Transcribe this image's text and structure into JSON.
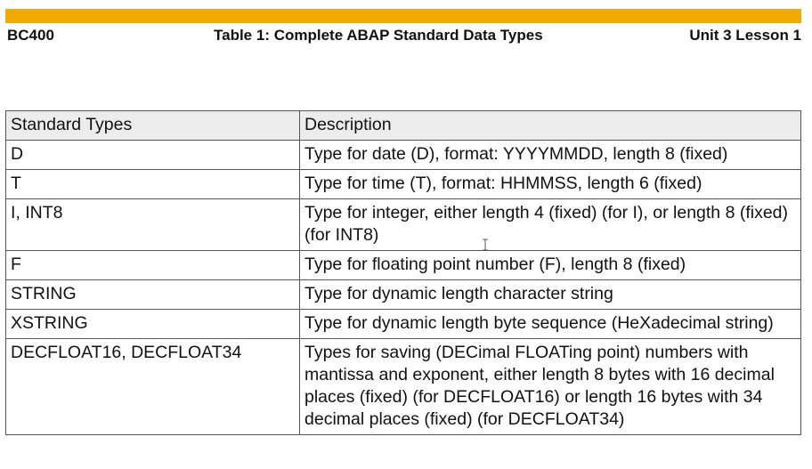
{
  "header": {
    "left": "BC400",
    "center": "Table 1: Complete ABAP Standard Data Types",
    "right": "Unit 3 Lesson 1",
    "accent_color": "#f0ab00"
  },
  "table": {
    "columns": [
      "Standard Types",
      "Description"
    ],
    "rows": [
      {
        "type": "D",
        "description": "Type for date (D), format: YYYYMMDD, length 8 (fixed)"
      },
      {
        "type": "T",
        "description": "Type for time (T), format: HHMMSS, length 6 (fixed)"
      },
      {
        "type": "I, INT8",
        "description": "Type for integer, either length 4 (fixed) (for I), or length 8 (fixed) (for INT8)"
      },
      {
        "type": "F",
        "description": "Type for floating point number (F), length 8 (fixed)"
      },
      {
        "type": "STRING",
        "description": "Type for dynamic length character string"
      },
      {
        "type": "XSTRING",
        "description": "Type for dynamic length byte sequence (HeXadecimal string)"
      },
      {
        "type": "DECFLOAT16, DECFLOAT34",
        "description": "Types for saving (DECimal FLOATing point) numbers with mantissa and exponent, either length 8 bytes with 16 decimal places (fixed) (for DECFLOAT16) or length 16 bytes with 34 decimal places (fixed) (for DECFLOAT34)"
      }
    ]
  }
}
